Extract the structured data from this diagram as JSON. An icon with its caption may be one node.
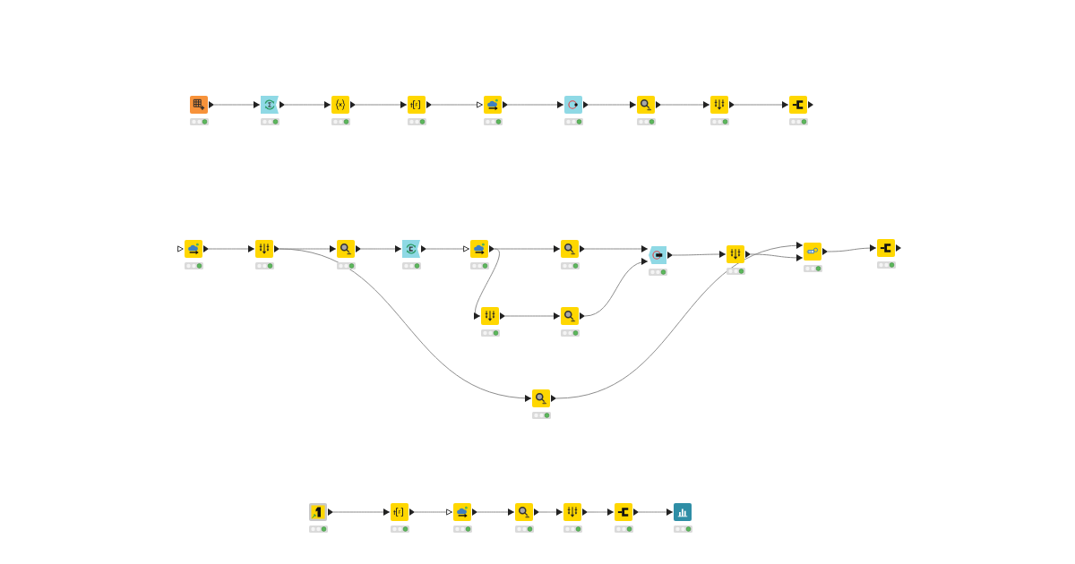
{
  "diagram": {
    "nodes": [
      {
        "text": [],
        "shape": "box"
      },
      {
        "text": [],
        "shape": "box"
      },
      {
        "text": [],
        "shape": "box"
      },
      {
        "text": [],
        "shape": "box"
      },
      {
        "text": [],
        "shape": "box"
      },
      {
        "text": [],
        "shape": "box"
      },
      {
        "text": [],
        "shape": "box"
      },
      {
        "text": [],
        "shape": "box"
      },
      {
        "text": [],
        "shape": "box"
      },
      {
        "text": [],
        "shape": "box"
      },
      {
        "text": [],
        "shape": "box"
      },
      {
        "text": [],
        "shape": "box"
      },
      {
        "text": [],
        "shape": "box"
      },
      {
        "text": [],
        "shape": "box"
      },
      {
        "text": [],
        "shape": "box"
      },
      {
        "text": [],
        "shape": "box"
      },
      {
        "text": [],
        "shape": "box"
      },
      {
        "text": [],
        "shape": "box"
      },
      {
        "text": [],
        "shape": "box"
      },
      {
        "text": [],
        "shape": "box"
      },
      {
        "text": [],
        "shape": "box"
      },
      {
        "text": [],
        "shape": "box"
      },
      {
        "text": [],
        "shape": "box"
      },
      {
        "text": [],
        "shape": "box"
      },
      {
        "text": [],
        "shape": "box"
      },
      {
        "text": [],
        "shape": "box"
      },
      {
        "text": [],
        "shape": "box"
      },
      {
        "text": [],
        "shape": "box"
      },
      {
        "text": [],
        "shape": "box"
      }
    ],
    "edges": [
      {
        "from": 0,
        "to": 1,
        "arrow": "to"
      },
      {
        "from": 1,
        "to": 2,
        "arrow": "to"
      },
      {
        "from": 2,
        "to": 3,
        "arrow": "to"
      },
      {
        "from": 3,
        "to": 4,
        "arrow": "to"
      },
      {
        "from": 4,
        "to": 5,
        "arrow": "to"
      },
      {
        "from": 5,
        "to": 6,
        "arrow": "to"
      },
      {
        "from": 6,
        "to": 7,
        "arrow": "to"
      },
      {
        "from": 7,
        "to": 8,
        "arrow": "to"
      },
      {
        "from": 9,
        "to": 10,
        "arrow": "to"
      },
      {
        "from": 10,
        "to": 11,
        "arrow": "to"
      },
      {
        "from": 10,
        "to": 21,
        "arrow": "to"
      },
      {
        "from": 11,
        "to": 12,
        "arrow": "to"
      },
      {
        "from": 12,
        "to": 13,
        "arrow": "to"
      },
      {
        "from": 13,
        "to": 14,
        "arrow": "to"
      },
      {
        "from": 13,
        "to": 19,
        "arrow": "to"
      },
      {
        "from": 14,
        "to": 15,
        "arrow": "to"
      },
      {
        "from": 19,
        "to": 20,
        "arrow": "to"
      },
      {
        "from": 20,
        "to": 15,
        "arrow": "to"
      },
      {
        "from": 15,
        "to": 16,
        "arrow": "to"
      },
      {
        "from": 16,
        "to": 17,
        "arrow": "to"
      },
      {
        "from": 21,
        "to": 17,
        "arrow": "to"
      },
      {
        "from": 17,
        "to": 18,
        "arrow": "to"
      },
      {
        "from": 22,
        "to": 23,
        "arrow": "to"
      },
      {
        "from": 23,
        "to": 24,
        "arrow": "to"
      },
      {
        "from": 24,
        "to": 25,
        "arrow": "to"
      },
      {
        "from": 25,
        "to": 26,
        "arrow": "to"
      },
      {
        "from": 26,
        "to": 27,
        "arrow": "to"
      },
      {
        "from": 27,
        "to": 28,
        "arrow": "to"
      }
    ]
  }
}
